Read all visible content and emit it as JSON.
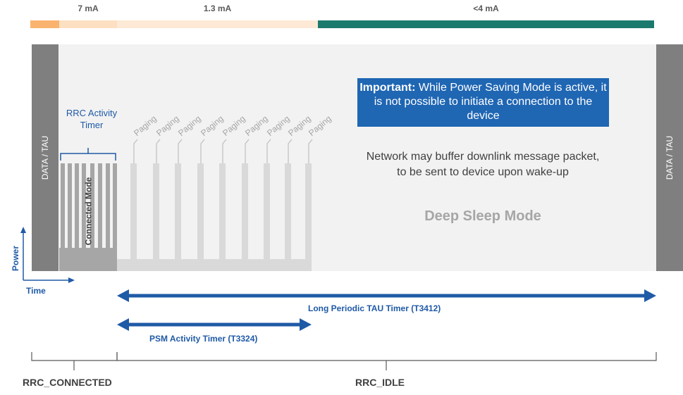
{
  "current": {
    "labels": [
      "7 mA",
      "1.3 mA",
      "<4 mA"
    ],
    "colors": [
      "#fab36e",
      "#fde0c2",
      "#fde9d6",
      "#1b7a6e"
    ]
  },
  "data_tau": "DATA / TAU",
  "rrc_activity_timer": {
    "line1": "RRC Activity",
    "line2": "Timer"
  },
  "connected_mode": "Connected Mode",
  "paging": [
    "Paging",
    "Paging",
    "Paging",
    "Paging",
    "Paging",
    "Paging",
    "Paging",
    "Paging",
    "Paging"
  ],
  "important": {
    "bold": "Important:",
    "text": " While Power Saving Mode is active, it is not possible to initiate a connection to the device"
  },
  "network": {
    "line1": "Network may buffer downlink message packet,",
    "line2": "to be sent to device upon wake-up"
  },
  "deep_sleep": "Deep Sleep Mode",
  "axes": {
    "power": "Power",
    "time": "Time"
  },
  "timers": {
    "tau": "Long Periodic TAU Timer (T3412)",
    "psm": "PSM Activity Timer (T3324)"
  },
  "states": {
    "connected": "RRC_CONNECTED",
    "idle": "RRC_IDLE"
  },
  "colors": {
    "blue": "#1f5aa6",
    "important_bg": "#1f66b3",
    "dark_gray": "#7f7f7f"
  }
}
